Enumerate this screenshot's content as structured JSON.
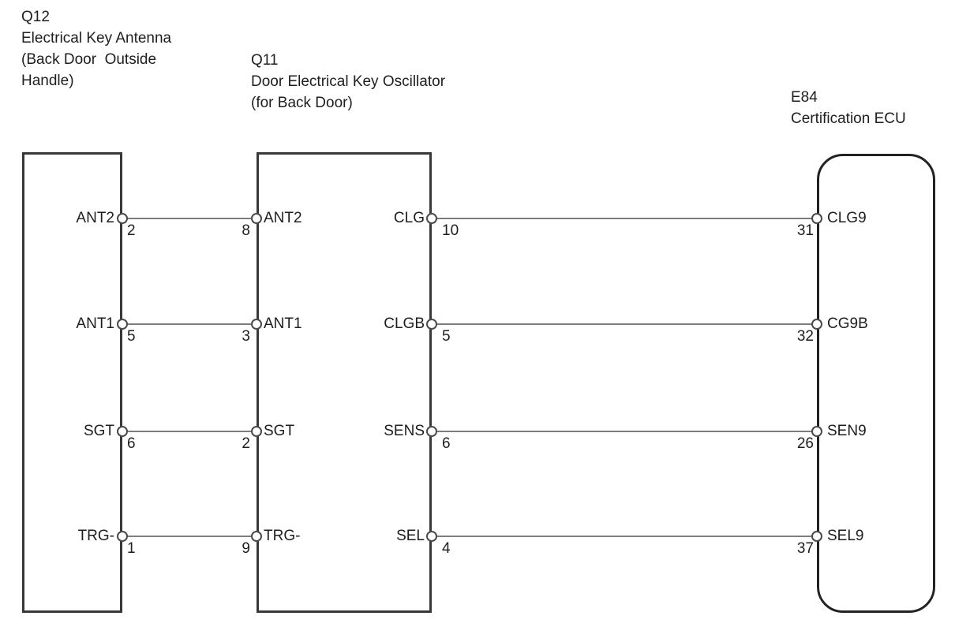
{
  "headers": {
    "q12": {
      "line1": "Q12",
      "line2": "Electrical Key Antenna",
      "line3": "(Back Door  Outside",
      "line4": "Handle)"
    },
    "q11": {
      "line1": "Q11",
      "line2": "Door Electrical Key Oscillator",
      "line3": "(for Back Door)"
    },
    "e84": {
      "line1": "E84",
      "line2": "Certification ECU"
    }
  },
  "rows": [
    {
      "q12_label": "ANT2",
      "q12_pin": "2",
      "q11_left_pin": "8",
      "q11_left_label": "ANT2",
      "q11_right_label": "CLG",
      "q11_right_pin": "10",
      "e84_pin": "31",
      "e84_label": "CLG9"
    },
    {
      "q12_label": "ANT1",
      "q12_pin": "5",
      "q11_left_pin": "3",
      "q11_left_label": "ANT1",
      "q11_right_label": "CLGB",
      "q11_right_pin": "5",
      "e84_pin": "32",
      "e84_label": "CG9B"
    },
    {
      "q12_label": "SGT",
      "q12_pin": "6",
      "q11_left_pin": "2",
      "q11_left_label": "SGT",
      "q11_right_label": "SENS",
      "q11_right_pin": "6",
      "e84_pin": "26",
      "e84_label": "SEN9"
    },
    {
      "q12_label": "TRG-",
      "q12_pin": "1",
      "q11_left_pin": "9",
      "q11_left_label": "TRG-",
      "q11_right_label": "SEL",
      "q11_right_pin": "4",
      "e84_pin": "37",
      "e84_label": "SEL9"
    }
  ],
  "connections": [
    {
      "from": "Q12 ANT2 pin 2",
      "to": "Q11 ANT2 pin 8"
    },
    {
      "from": "Q12 ANT1 pin 5",
      "to": "Q11 ANT1 pin 3"
    },
    {
      "from": "Q12 SGT pin 6",
      "to": "Q11 SGT pin 2"
    },
    {
      "from": "Q12 TRG- pin 1",
      "to": "Q11 TRG- pin 9"
    },
    {
      "from": "Q11 CLG pin 10",
      "to": "E84 CLG9 pin 31"
    },
    {
      "from": "Q11 CLGB pin 5",
      "to": "E84 CG9B pin 32"
    },
    {
      "from": "Q11 SENS pin 6",
      "to": "E84 SEN9 pin 26"
    },
    {
      "from": "Q11 SEL pin 4",
      "to": "E84 SEL9 pin 37"
    }
  ],
  "colors": {
    "background": "#ffffff",
    "box_border": "#383838",
    "wire": "#7d7d7d",
    "text": "#1e1e1e"
  }
}
